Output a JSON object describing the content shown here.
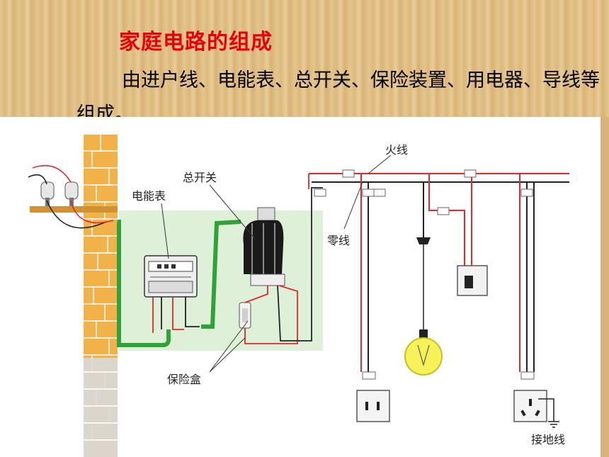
{
  "slide": {
    "title": "家庭电路的组成",
    "paragraph": "由进户线、电能表、总开关、保险装置、用电器、导线等组成。"
  },
  "diagram": {
    "labels": {
      "meter": "电能表",
      "main_switch": "总开关",
      "live_wire": "火线",
      "neutral_wire": "零线",
      "fuse_box": "保险盒",
      "ground_wire": "接地线"
    },
    "colors": {
      "live": "#e0282d",
      "neutral": "#222222",
      "service_cable": "#2fa33a",
      "panel": "#dff0d8",
      "wall_brick": "#f2b24a",
      "bulb": "#f8f25a"
    }
  }
}
